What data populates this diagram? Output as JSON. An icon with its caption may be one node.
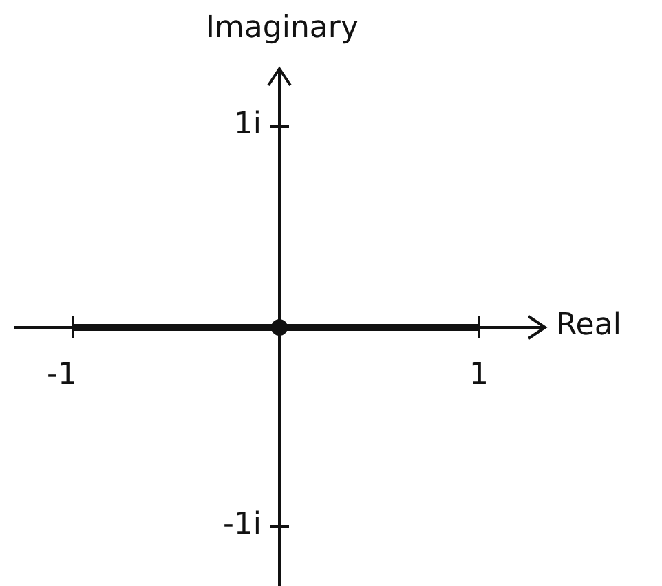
{
  "diagram": {
    "labels": [
      "Imaginary",
      "1i",
      "Real",
      "-1",
      "1",
      "-1i"
    ]
  }
}
